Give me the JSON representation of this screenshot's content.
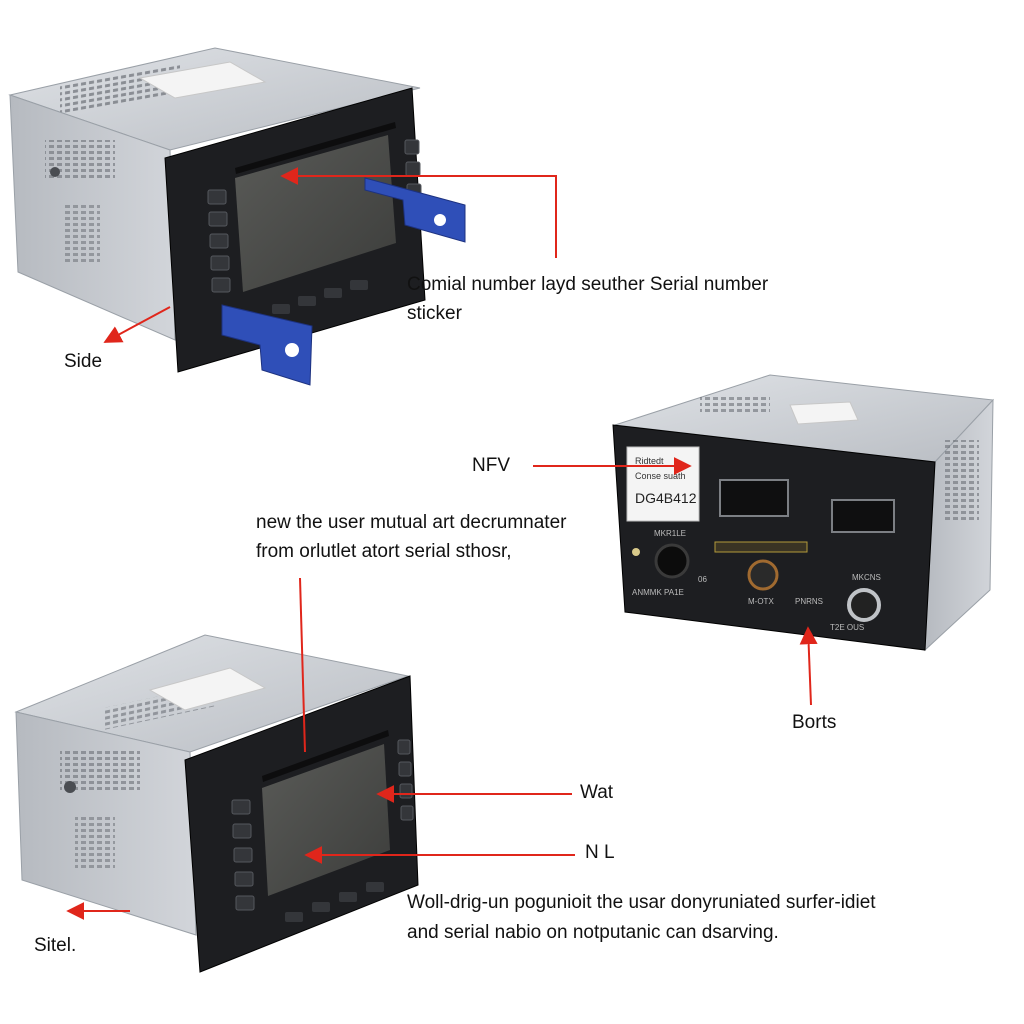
{
  "colors": {
    "background": "#ffffff",
    "arrow": "#e0261b",
    "chassis_metal": "#c9ccd1",
    "faceplate": "#1d1e21",
    "screen": "#4b4c4a",
    "bracket": "#2f4fb8",
    "sticker": "#f4f4f4"
  },
  "labels": {
    "side_top": "Side",
    "serial_sticker_line1": "Comial number layd seuther Serial number",
    "serial_sticker_line2": "sticker",
    "nfv": "NFV",
    "manual_line1": "new the user mutual art decrumnater",
    "manual_line2": "from orlutlet atort serial sthosr,",
    "ports": "Borts",
    "wat": "Wat",
    "nl": "N L",
    "bottom_line1": "Woll-drig-un pogunioit the usar donyruniated surfer-idiet",
    "bottom_line2": "and serial nabio on notputanic can dsarving.",
    "side_bottom": "Sitel."
  },
  "back_panel": {
    "sticker_line1": "Ridtedt",
    "sticker_line2": "Conse suath",
    "sticker_code": "DG4B412",
    "jack_left": "MKR1LE",
    "jack_right": "MKCNS",
    "caption_left": "ANMMK PA1E",
    "caption_mid": "M-OTX",
    "caption_right": "PNRNS",
    "caption_far_right": "T2E OUS",
    "marker": "06"
  },
  "units": [
    {
      "id": "top-unit",
      "view": "front-angled",
      "brackets": true
    },
    {
      "id": "back-unit",
      "view": "rear",
      "brackets": false
    },
    {
      "id": "bottom-unit",
      "view": "front-angled",
      "brackets": false
    }
  ]
}
